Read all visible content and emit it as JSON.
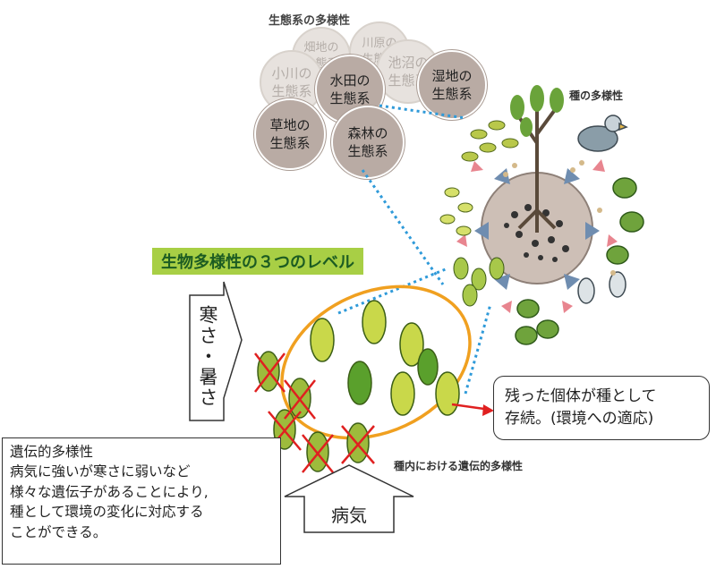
{
  "ecosystem": {
    "title": "生態系の多様性",
    "background_bubbles": [
      "畑地の\n生態系",
      "川原の\n生態系",
      "小川の\n生態系",
      "池沼の\n生態系"
    ],
    "bubbles": [
      "水田の\n生態系",
      "湿地の\n生態系",
      "草地の\n生態系",
      "森林の\n生態系"
    ]
  },
  "species": {
    "title": "種の多様性"
  },
  "level_label": "生物多様性の３つのレベル",
  "temperature_arrow": "寒さ・暑さ",
  "survivor_callout": "残った個体が種として\n存続。(環境への適応)",
  "genetic_caption": "種内における遺伝的多様性",
  "genetic_box": {
    "text": "遺伝的多様性\n病気に強いが寒さに弱いなど\n様々な遺伝子があることにより,\n種として環境の変化に対応する\nことができる。"
  },
  "disease_arrow": "病気",
  "colors": {
    "ecosystem_bubble": "#b9aba4",
    "faint_bubble": "#e7e2de",
    "label_bg": "#a8cf45",
    "label_text": "#1c5c22",
    "connector": "#2f9ad9",
    "ellipse": "#f0a020",
    "cross": "#e02020",
    "arrow_red": "#e02020"
  }
}
